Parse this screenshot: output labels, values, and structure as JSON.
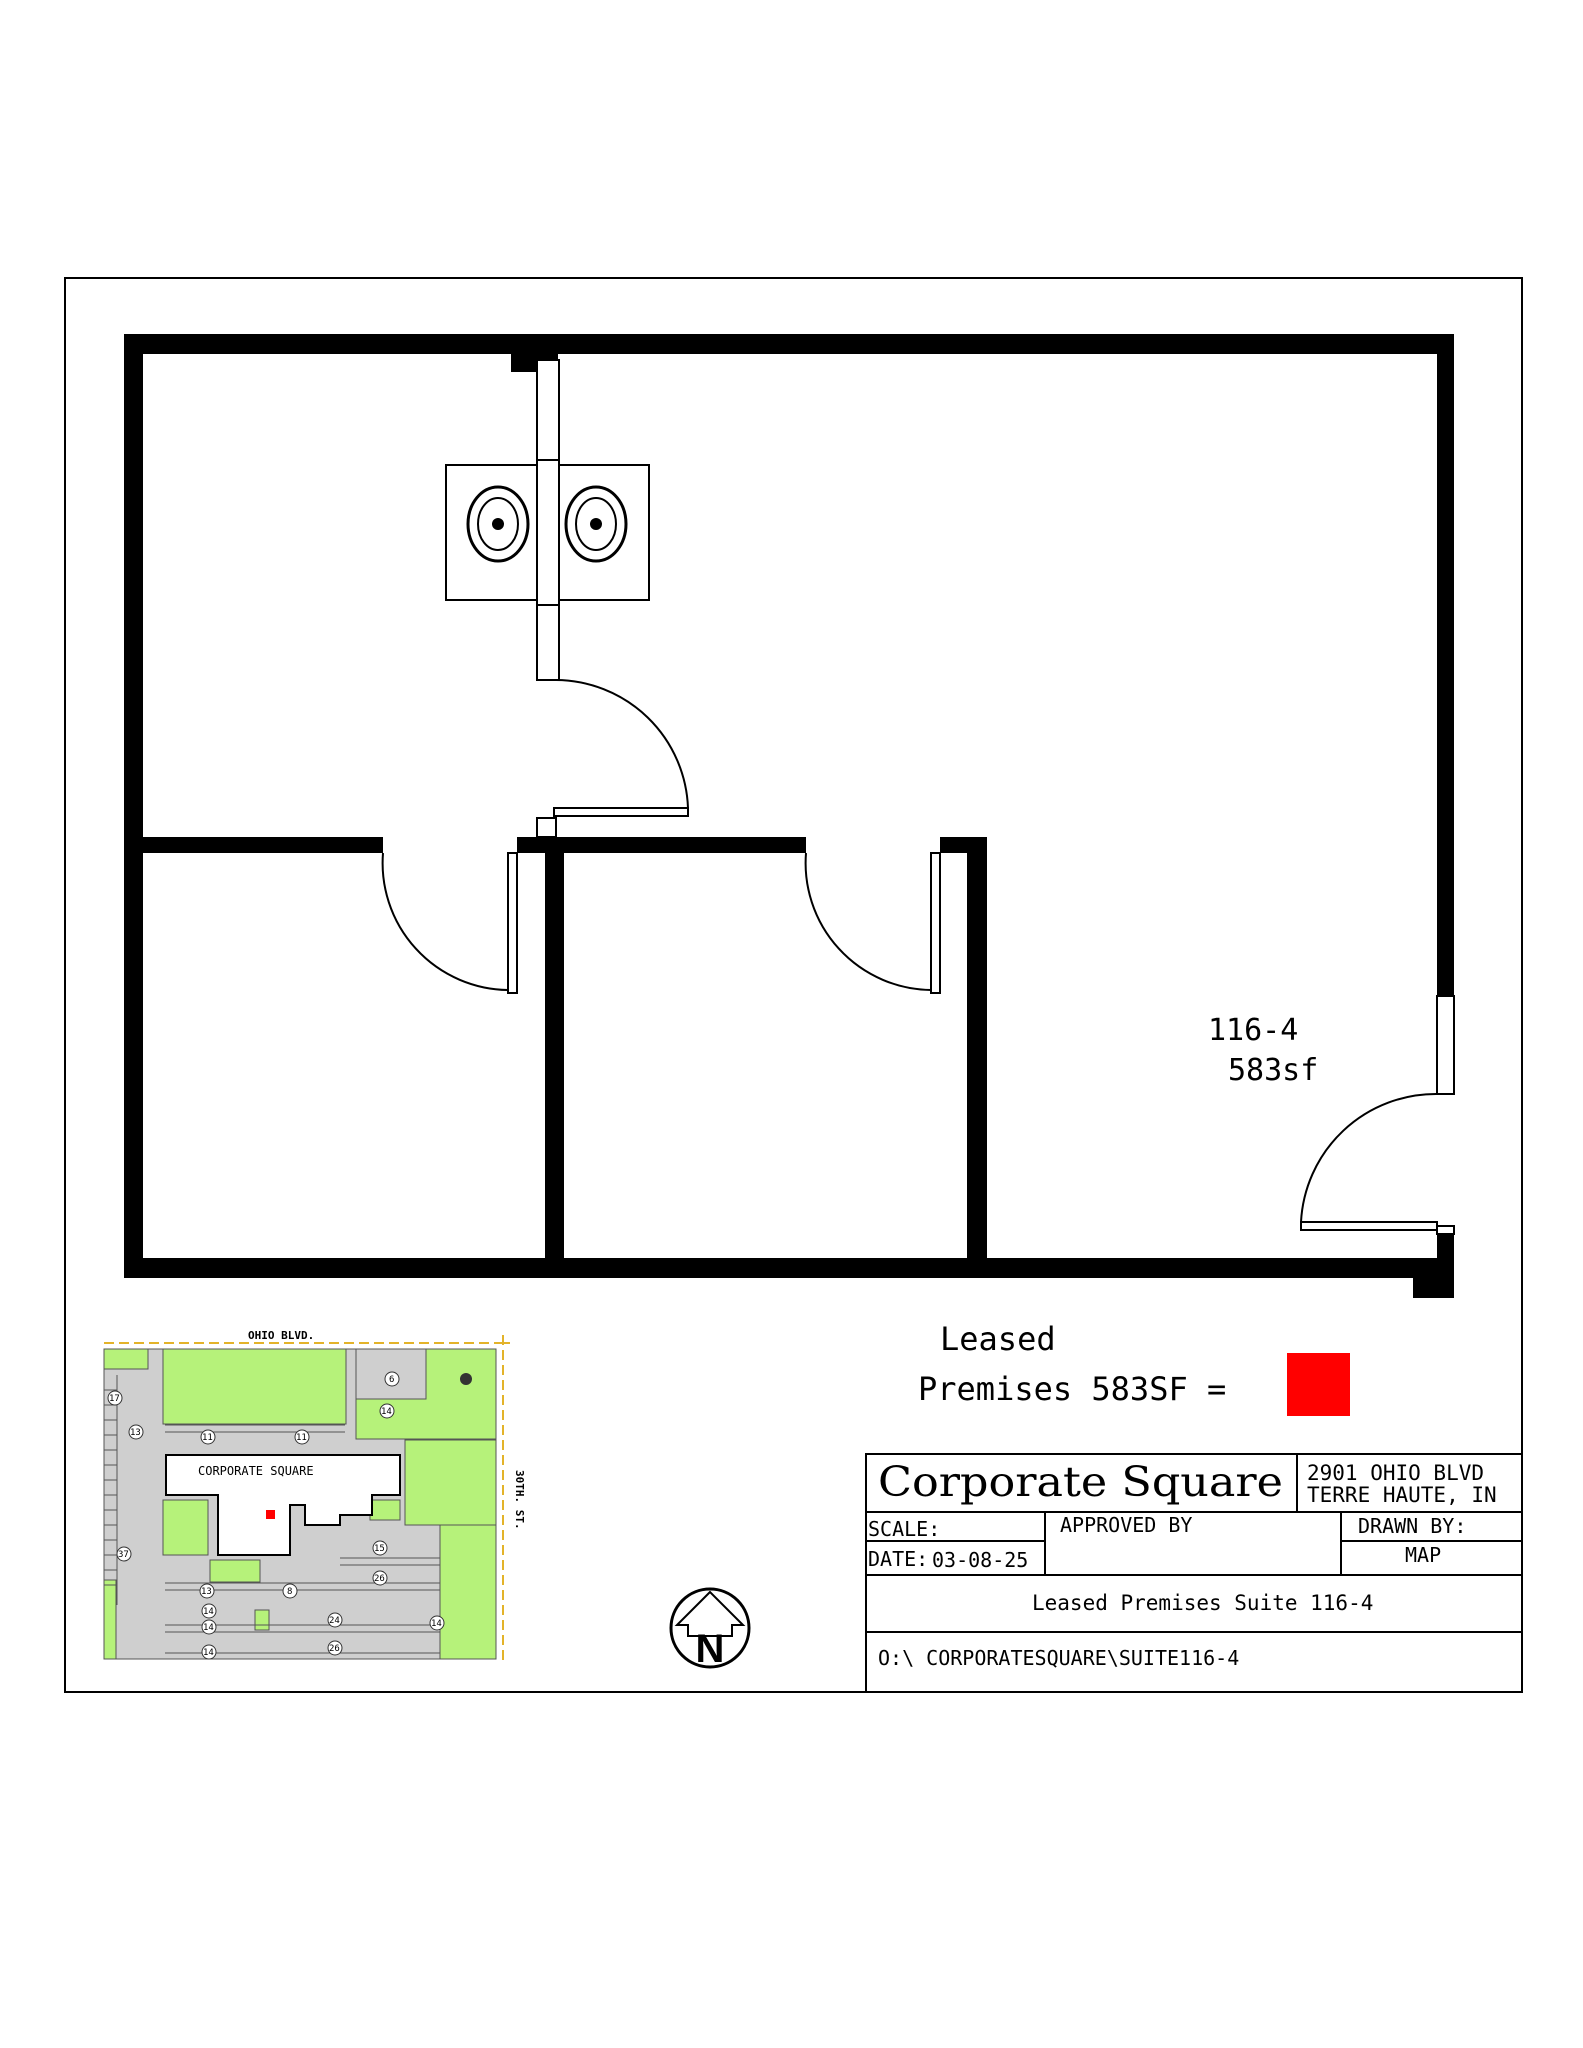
{
  "floorplan": {
    "suite_id": "116-4",
    "area_label": "583sf"
  },
  "legend": {
    "line1": "Leased",
    "line2": "Premises 583SF =",
    "swatch_color": "#ff0000"
  },
  "site_map": {
    "street_top": "OHIO BLVD.",
    "street_right": "30TH. ST.",
    "building_label": "CORPORATE SQUARE",
    "highlight_color": "#ff0000",
    "grass_color": "#b6f27a",
    "pavement_color": "#cfcfcf",
    "parking_counts": [
      "17",
      "13",
      "37",
      "11",
      "11",
      "6",
      "14",
      "13",
      "8",
      "15",
      "26",
      "14",
      "14",
      "14",
      "24",
      "26",
      "14"
    ]
  },
  "north_arrow": {
    "letter": "N"
  },
  "title_block": {
    "project_name": "Corporate Square",
    "address_line1": "2901 OHIO BLVD",
    "address_line2": "TERRE HAUTE, IN",
    "scale_label": "SCALE:",
    "approved_label": "APPROVED BY",
    "drawn_label": "DRAWN BY:",
    "drawn_value": "MAP",
    "date_label": "DATE:",
    "date_value": "03-08-25",
    "description": "Leased Premises Suite 116-4",
    "file_path": "O:\\ CORPORATESQUARE\\SUITE116-4"
  }
}
